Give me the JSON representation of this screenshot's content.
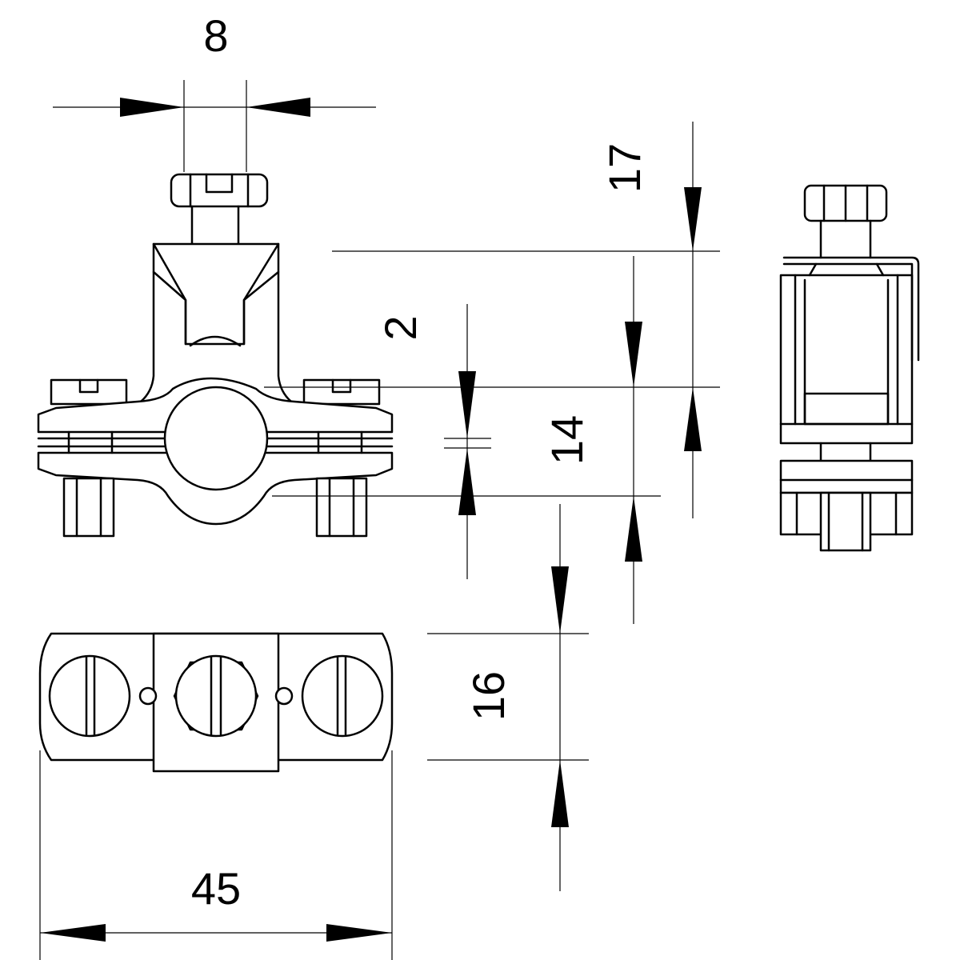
{
  "dimensions": {
    "top_width": "8",
    "height_top": "17",
    "gap": "2",
    "conductor": "14",
    "depth": "16",
    "length": "45"
  },
  "colors": {
    "line": "#000000",
    "background": "#ffffff"
  }
}
